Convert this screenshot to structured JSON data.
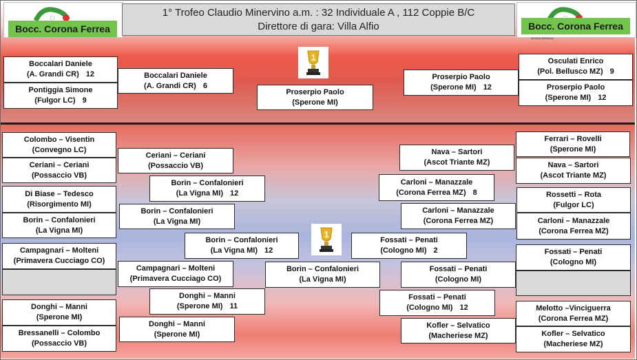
{
  "header": {
    "title_line1": "1° Trofeo Claudio Minervino a.m. : 32 Individuale A ,  112 Coppie B/C",
    "title_line2": "Direttore di gara: Villa Alfio",
    "logo_left": "Bocc. Corona Ferrea",
    "logo_right": "Bocc. Corona Ferrea",
    "logo_right_sub": "MONZA-BRIANZA"
  },
  "individuale": {
    "left_r1": [
      {
        "name": "Boccalari Daniele",
        "club": "(A. Grandi CR)",
        "score": "12"
      },
      {
        "name": "Pontiggia Simone",
        "club": "(Fulgor LC)",
        "score": "9"
      }
    ],
    "left_r2": {
      "name": "Boccalari Daniele",
      "club": "(A. Grandi CR)",
      "score": "6"
    },
    "final": {
      "name": "Proserpio Paolo",
      "club": "(Sperone MI)"
    },
    "right_r2": {
      "name": "Proserpio Paolo",
      "club": "(Sperone MI)",
      "score": "12"
    },
    "right_r1": [
      {
        "name": "Osculati Enrico",
        "club": "(Pol. Bellusco MZ)",
        "score": "9"
      },
      {
        "name": "Proserpio Paolo",
        "club": "(Sperone MI)",
        "score": "12"
      }
    ]
  },
  "coppie": {
    "left_r1": [
      {
        "name": "Colombo – Visentin",
        "club": "(Convegno LC)",
        "score": ""
      },
      {
        "name": "Ceriani – Ceriani",
        "club": "(Possaccio VB)",
        "score": ""
      },
      {
        "name": "Di Biase – Tedesco",
        "club": "(Risorgimento MI)",
        "score": ""
      },
      {
        "name": "Borin – Confalonieri",
        "club": "(La Vigna MI)",
        "score": ""
      },
      {
        "name": "Campagnari – Molteni",
        "club": "(Primavera Cucciago CO)",
        "score": ""
      },
      {
        "name": "",
        "club": "",
        "score": ""
      },
      {
        "name": "Donghi – Manni",
        "club": "(Sperone MI)",
        "score": ""
      },
      {
        "name": "Bressanelli – Colombo",
        "club": "(Possaccio VB)",
        "score": ""
      }
    ],
    "left_r2": [
      {
        "name": "Ceriani – Ceriani",
        "club": "(Possaccio VB)",
        "score": ""
      },
      {
        "name": "Borin – Confalonieri",
        "club": "(La Vigna MI)",
        "score": ""
      },
      {
        "name": "Campagnari – Molteni",
        "club": "(Primavera Cucciago CO)",
        "score": ""
      },
      {
        "name": "Donghi – Manni",
        "club": "(Sperone MI)",
        "score": ""
      }
    ],
    "left_r3": [
      {
        "name": "Borin – Confalonieri",
        "club": "(La Vigna MI)",
        "score": "12"
      },
      {
        "name": "Donghi – Manni",
        "club": "(Sperone MI)",
        "score": "11"
      }
    ],
    "left_r4": {
      "name": "Borin – Confalonieri",
      "club": "(La Vigna MI)",
      "score": "12"
    },
    "final": {
      "name": "Borin – Confalonieri",
      "club": "(La Vigna MI)"
    },
    "right_r4": {
      "name": "Fossati – Penati",
      "club": "(Cologno MI)",
      "score": "2"
    },
    "right_r3": [
      {
        "name": "Carloni – Manazzale",
        "club": "(Corona Ferrea MZ)",
        "score": "8"
      },
      {
        "name": "Fossati – Penati",
        "club": "(Cologno MI)",
        "score": "12"
      }
    ],
    "right_r2": [
      {
        "name": "Nava – Sartori",
        "club": "(Ascot Triante MZ)",
        "score": ""
      },
      {
        "name": "Carloni – Manazzale",
        "club": "(Corona Ferrea MZ)",
        "score": ""
      },
      {
        "name": "Fossati – Penati",
        "club": "(Cologno MI)",
        "score": ""
      },
      {
        "name": "Kofler – Selvatico",
        "club": "(Macheriese MZ)",
        "score": ""
      }
    ],
    "right_r1": [
      {
        "name": "Ferrari – Rovelli",
        "club": "(Sperone MI)",
        "score": ""
      },
      {
        "name": "Nava – Sartori",
        "club": "(Ascot Triante MZ)",
        "score": ""
      },
      {
        "name": "Rossetti – Rota",
        "club": "(Fulgor LC)",
        "score": ""
      },
      {
        "name": "Carloni – Manazzale",
        "club": "(Corona Ferrea MZ)",
        "score": ""
      },
      {
        "name": "Fossati – Penati",
        "club": "(Cologno MI)",
        "score": ""
      },
      {
        "name": "",
        "club": "",
        "score": ""
      },
      {
        "name": "Melotto –Vinciguerra",
        "club": "(Corona Ferrea MZ)",
        "score": ""
      },
      {
        "name": "Kofler – Selvatico",
        "club": "(Macheriese MZ)",
        "score": ""
      }
    ]
  },
  "colors": {
    "logo_green": "#72c44d",
    "title_bg": "#d9d9d9",
    "empty_box": "#d9d9d9"
  },
  "icons": {
    "trophy": "trophy-icon",
    "logo": "bocce-flag-icon"
  }
}
